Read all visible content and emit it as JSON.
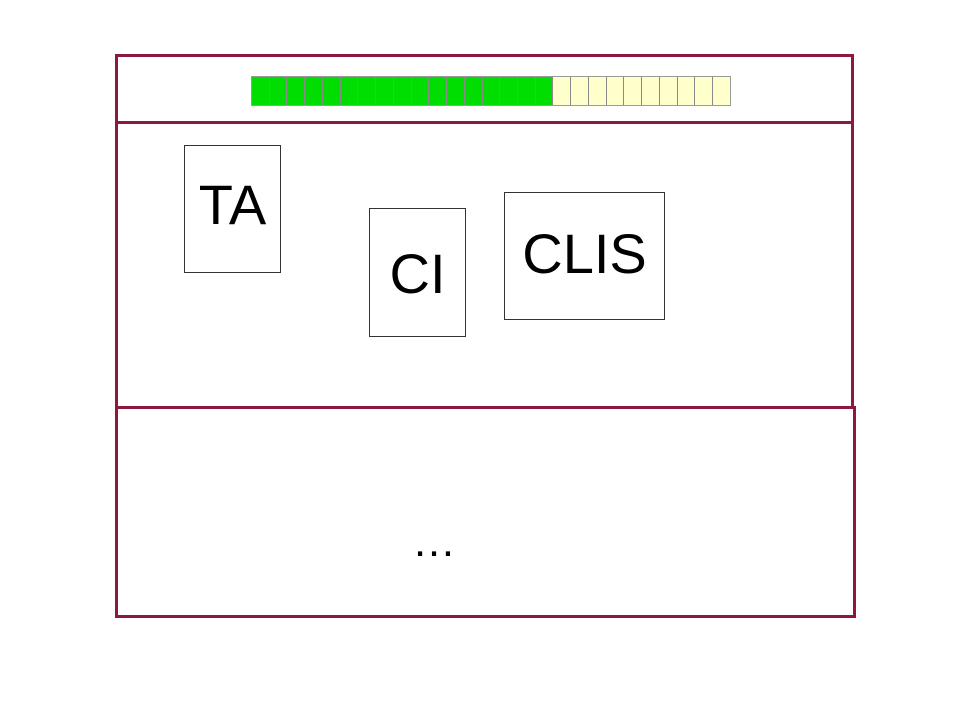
{
  "colors": {
    "frame_border": "#8b1a3c",
    "progress_filled": "#00dd00",
    "progress_empty": "#ffffcc"
  },
  "progress": {
    "total_cells": 27,
    "filled_cells": 17
  },
  "cards": {
    "ta": "TA",
    "ci": "CI",
    "clis": "CLIS"
  },
  "footer": {
    "ellipsis": "…"
  }
}
